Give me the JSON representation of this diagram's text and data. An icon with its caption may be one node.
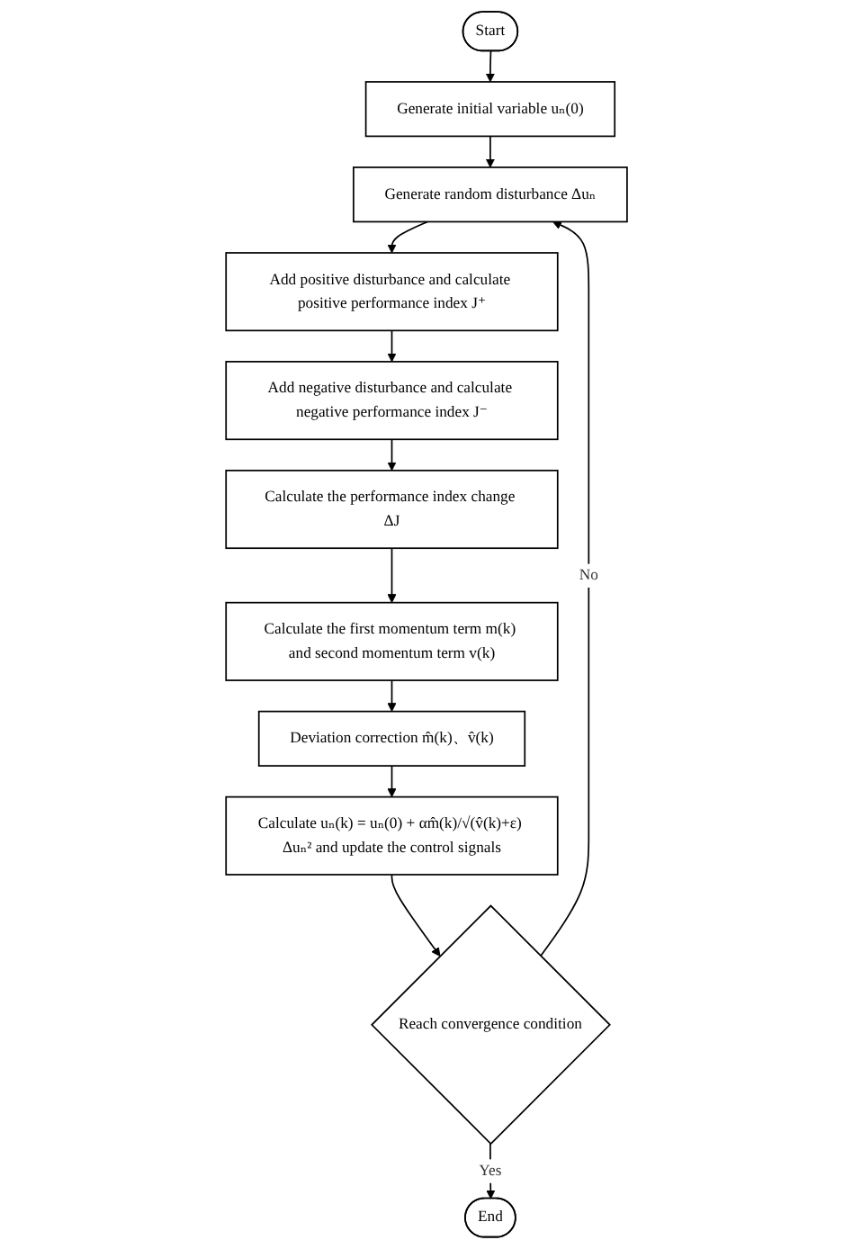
{
  "diagram": {
    "nodes": [
      {
        "text": [
          "Start"
        ]
      },
      {
        "text": [
          "Generate initial variable uₙ(0)"
        ]
      },
      {
        "text": [
          "Generate random disturbance Δuₙ"
        ]
      },
      {
        "text": [
          "Add positive disturbance and calculate positive performance index J⁺"
        ]
      },
      {
        "text": [
          "Add negative disturbance and calculate negative performance index J⁻"
        ]
      },
      {
        "text": [
          "Calculate the performance index change ΔJ"
        ]
      },
      {
        "text": [
          "Calculate the first momentum term m(k) and second momentum term v(k)"
        ]
      },
      {
        "text": [
          "Deviation correction m̂(k)、v̂(k)"
        ]
      },
      {
        "text": [
          "Calculate uₙ(k) = uₙ(0) + αm̂(k)/√(v̂(k)+ε) Δuₙ² and update the control signals"
        ]
      },
      {
        "text": [
          "Reach convergence condition"
        ]
      },
      {
        "text": [
          "End"
        ]
      }
    ],
    "edges": [
      {
        "from": 0,
        "to": 1,
        "arrow": "to"
      },
      {
        "from": 1,
        "to": 2,
        "arrow": "to"
      },
      {
        "from": 2,
        "to": 3,
        "arrow": "to"
      },
      {
        "from": 3,
        "to": 4,
        "arrow": "to"
      },
      {
        "from": 4,
        "to": 5,
        "arrow": "to"
      },
      {
        "from": 5,
        "to": 6,
        "arrow": "to"
      },
      {
        "from": 6,
        "to": 7,
        "arrow": "to"
      },
      {
        "from": 7,
        "to": 8,
        "arrow": "to"
      },
      {
        "from": 8,
        "to": 9,
        "arrow": "to"
      },
      {
        "from": 9,
        "to": 2,
        "arrow": "to",
        "label": "No"
      },
      {
        "from": 9,
        "to": 10,
        "arrow": "to",
        "label": "Yes"
      }
    ]
  }
}
